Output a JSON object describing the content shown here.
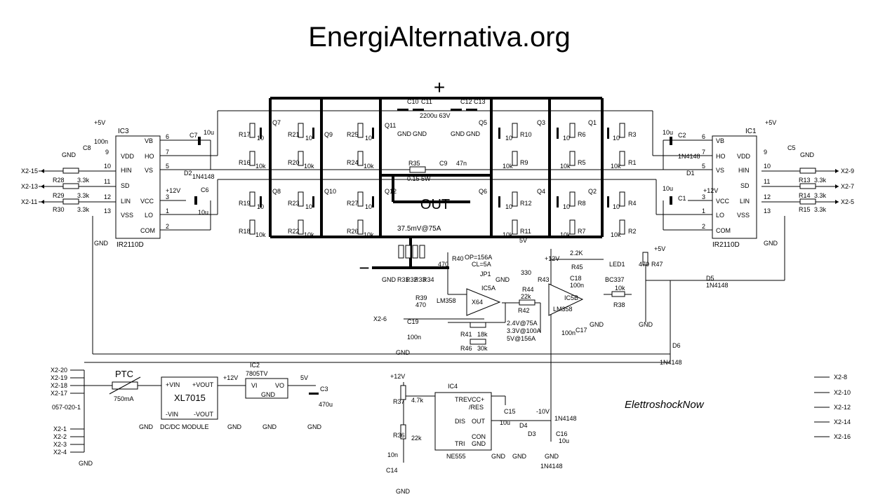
{
  "title": "EnergiAlternativa.org",
  "watermark": "ElettroshockNow",
  "colors": {
    "ink": "#000000",
    "paper": "#ffffff"
  },
  "rails": {
    "plus": "+",
    "minus": "−",
    "out": "OUT"
  },
  "ic_left": {
    "ref": "IC3",
    "part": "IR2110D",
    "pins": [
      "VB",
      "HO",
      "VS",
      "VDD",
      "HIN",
      "SD",
      "LIN",
      "VSS",
      "VCC",
      "LO",
      "COM"
    ],
    "pin_nums": [
      "6",
      "7",
      "5",
      "9",
      "10",
      "11",
      "12",
      "13",
      "3",
      "1",
      "2"
    ]
  },
  "ic_right": {
    "ref": "IC1",
    "part": "IR2110D",
    "pins": [
      "VB",
      "HO",
      "VS",
      "VDD",
      "HIN",
      "SD",
      "LIN",
      "VSS",
      "VCC",
      "LO",
      "COM"
    ],
    "pin_nums": [
      "6",
      "7",
      "5",
      "9",
      "10",
      "11",
      "12",
      "13",
      "3",
      "1",
      "2"
    ]
  },
  "connectors_left": [
    "X2-15",
    "X2-13",
    "X2-11"
  ],
  "connectors_right": [
    "X2-9",
    "X2-7",
    "X2-5"
  ],
  "connectors_far_right": [
    "X2-8",
    "X2-10",
    "X2-12",
    "X2-14",
    "X2-16"
  ],
  "connectors_bottom_left": [
    "X2-20",
    "X2-19",
    "X2-18",
    "X2-17"
  ],
  "connectors_gnd_group": [
    "X2-1",
    "X2-2",
    "X2-3",
    "X2-4"
  ],
  "part_number": "057-020-1",
  "labels": {
    "gnd": "GND",
    "p5v": "+5V",
    "p12v": "+12V",
    "v5": "5V",
    "m10v": "-10V",
    "r28": "R28",
    "r29": "R29",
    "r30": "R30",
    "r13": "R13",
    "r14": "R14",
    "r15": "R15",
    "v33k": "3.3k",
    "c8": "C8",
    "c8v": "100n",
    "c5": "C5",
    "c7": "C7",
    "c6": "C6",
    "c2": "C2",
    "c1": "C1",
    "v10u": "10u",
    "d2": "D2",
    "d1": "D1",
    "n4148": "1N4148",
    "q7": "Q7",
    "q9": "Q9",
    "q11": "Q11",
    "q5": "Q5",
    "q3": "Q3",
    "q1": "Q1",
    "q8": "Q8",
    "q10": "Q10",
    "q12": "Q12",
    "q6": "Q6",
    "q4": "Q4",
    "q2": "Q2",
    "r17": "R17",
    "r21": "R21",
    "r25": "R25",
    "r10": "R10",
    "r6": "R6",
    "r3": "R3",
    "r16": "R16",
    "r20": "R20",
    "r24": "R24",
    "r9": "R9",
    "r5": "R5",
    "r1": "R1",
    "r19": "R19",
    "r23": "R23",
    "r27": "R27",
    "r12": "R12",
    "r8": "R8",
    "r4": "R4",
    "r18": "R18",
    "r22": "R22",
    "r26": "R26",
    "r11": "R11",
    "r7": "R7",
    "r2": "R2",
    "v10": "10",
    "v10k": "10k",
    "c10": "C10",
    "c11": "C11",
    "c12": "C12",
    "c13": "C13",
    "c11v": "2200u 63V",
    "r35": "R35",
    "r35v": "0.15 5W",
    "c9": "C9",
    "c9v": "47n",
    "sense": "37.5mV@75A",
    "r31": "R31",
    "r32": "R32",
    "r33": "R33",
    "r34": "R34",
    "r40": "R40",
    "v470": "470",
    "op": "OP=156A",
    "cl": "CL=5A",
    "jp1": "JP1",
    "r39": "R39",
    "ic5a": "IC5A",
    "x64": "X64",
    "lm358": "LM358",
    "r44": "R44",
    "v330": "330",
    "r43": "R43",
    "r45": "R45",
    "v22k": "2.2K",
    "c18": "C18",
    "v100n": "100n",
    "led": "LED1",
    "bc337": "BC337",
    "ic5b": "IC5B",
    "r42": "R42",
    "v22kl": "22k",
    "r38": "R38",
    "r47": "R47",
    "d5": "D5",
    "d6": "D6",
    "c17": "C17",
    "x26": "X2-6",
    "c19": "C19",
    "r41": "R41",
    "v18k": "18k",
    "r46": "R46",
    "v30k": "30k",
    "cal1": "2.4V@75A",
    "cal2": "3.3V@100A",
    "cal3": "5V@156A",
    "ptc": "PTC",
    "v750": "750mA",
    "xl": "XL7015",
    "pvin": "+VIN",
    "pvout": "+VOUT",
    "mvin": "-VIN",
    "mvout": "-VOUT",
    "dcdc": "DC/DC MODULE",
    "ic2": "IC2",
    "reg": "7805TV",
    "vi": "VI",
    "vo": "VO",
    "c3": "C3",
    "v470u": "470u",
    "ic4": "IC4",
    "ne555": "NE555",
    "trevcc": "TREVCC+",
    "res": "/RES",
    "dis": "DIS",
    "outp": "OUT",
    "con": "CON",
    "tri": "TRI",
    "r37": "R37",
    "v47k": "4.7k",
    "r36": "R36",
    "c14": "C14",
    "v10n": "10n",
    "c15": "C15",
    "c16": "C16",
    "d3": "D3",
    "d4": "D4"
  }
}
